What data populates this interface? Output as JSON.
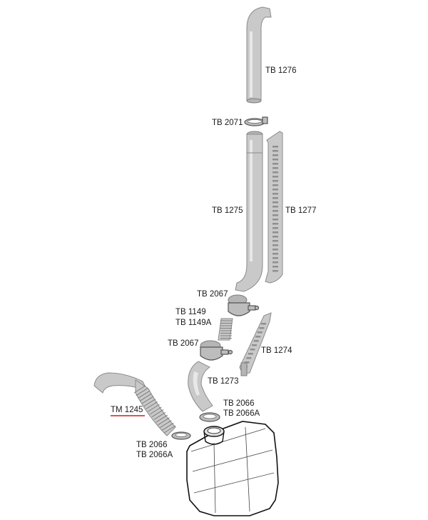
{
  "labels": {
    "tb1276": "TB 1276",
    "tb2071": "TB 2071",
    "tb1275": "TB 1275",
    "tb1277": "TB 1277",
    "tb2067a": "TB 2067",
    "tb1149": "TB 1149",
    "tb1149a": "TB 1149A",
    "tb2067b": "TB 2067",
    "tb1274": "TB 1274",
    "tb1273": "TB 1273",
    "tm1245": "TM 1245",
    "tb2066a_top": "TB 2066",
    "tb2066a_top_alt": "TB 2066A",
    "tb2066_bottom": "TB 2066",
    "tb2066_bottom_alt": "TB 2066A"
  },
  "colors": {
    "highlight_underline": "#cc1f1f",
    "part_fill": "#c9c9c9",
    "outline": "#111111"
  }
}
